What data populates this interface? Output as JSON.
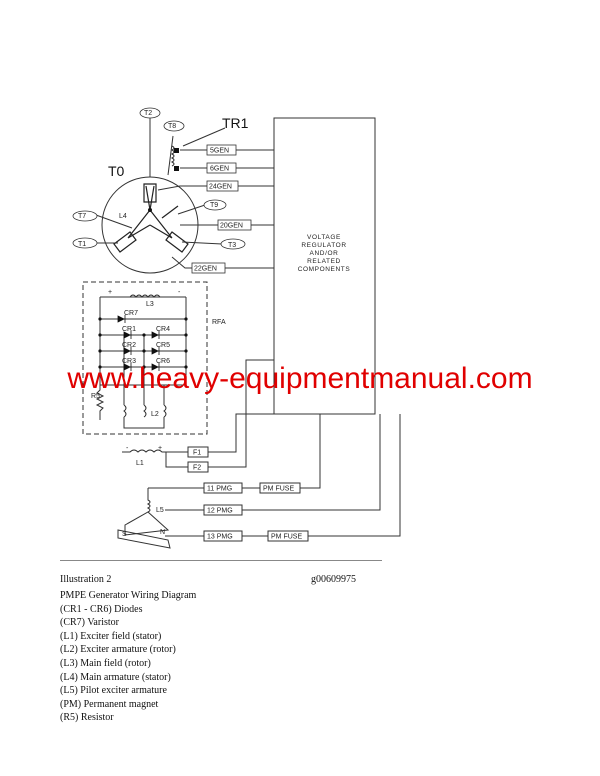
{
  "diagram": {
    "terminals": {
      "T0": "T0",
      "T1": "T1",
      "T2": "T2",
      "T3": "T3",
      "T7": "T7",
      "T8": "T8",
      "T9": "T9",
      "TR1": "TR1"
    },
    "components": {
      "L1": "L1",
      "L2": "L2",
      "L3": "L3",
      "L4": "L4",
      "L5": "L5",
      "CR1": "CR1",
      "CR2": "CR2",
      "CR3": "CR3",
      "CR4": "CR4",
      "CR5": "CR5",
      "CR6": "CR6",
      "CR7": "CR7",
      "RFA": "RFA",
      "R5": "R5",
      "S": "S",
      "N": "N"
    },
    "wire_tags": {
      "gen5": "5GEN",
      "gen6": "6GEN",
      "gen24": "24GEN",
      "gen20": "20GEN",
      "gen22": "22GEN",
      "f1": "F1",
      "f2": "F2",
      "pmg11": "11 PMG",
      "pmg12": "12 PMG",
      "pmg13": "13 PMG",
      "fuse1": "PM FUSE",
      "fuse2": "PM FUSE"
    },
    "polarity": {
      "plus_a": "+",
      "minus_a": "-",
      "minus_b": "-",
      "plus_b": "+"
    },
    "regulator_lines": [
      "VOLTAGE",
      "REGULATOR",
      "AND/OR",
      "RELATED",
      "COMPONENTS"
    ]
  },
  "watermark": "www.heavy-equipmentmanual.com",
  "caption": {
    "title": "Illustration 2",
    "id": "g00609975",
    "lines": [
      "PMPE Generator Wiring Diagram",
      "(CR1 - CR6) Diodes",
      "(CR7) Varistor",
      "(L1) Exciter field (stator)",
      "(L2) Exciter armature (rotor)",
      "(L3) Main field (rotor)",
      "(L4) Main armature (stator)",
      "(L5) Pilot exciter armature",
      "(PM) Permanent magnet",
      "(R5) Resistor"
    ]
  }
}
